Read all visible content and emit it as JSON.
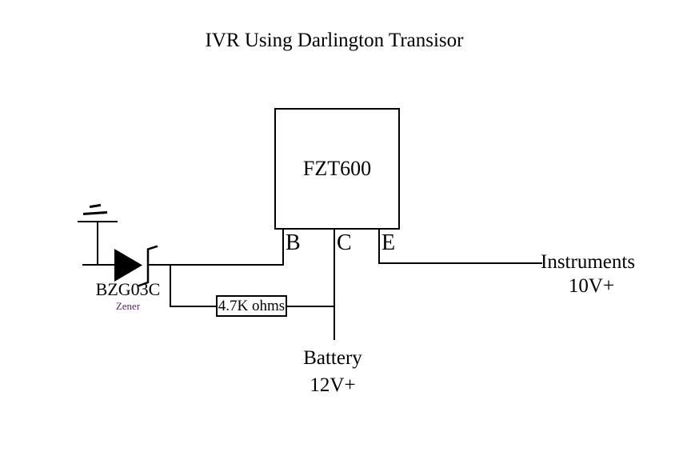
{
  "title": "IVR Using Darlington Transisor",
  "transistor": {
    "label": "FZT600",
    "pins": {
      "base": "B",
      "collector": "C",
      "emitter": "E"
    }
  },
  "zener": {
    "part_number": "BZG03C",
    "type_label": "Zener"
  },
  "resistor": {
    "label": "4.7K ohms"
  },
  "battery": {
    "label": "Battery",
    "voltage": "12V+"
  },
  "instruments": {
    "label": "Instruments",
    "voltage": "10V+"
  },
  "icons": {
    "ground": "ground-icon",
    "zener_diode": "zener-diode-icon"
  },
  "colors": {
    "wire": "#000000",
    "background": "#ffffff",
    "zener_label": "#5b1f63"
  }
}
